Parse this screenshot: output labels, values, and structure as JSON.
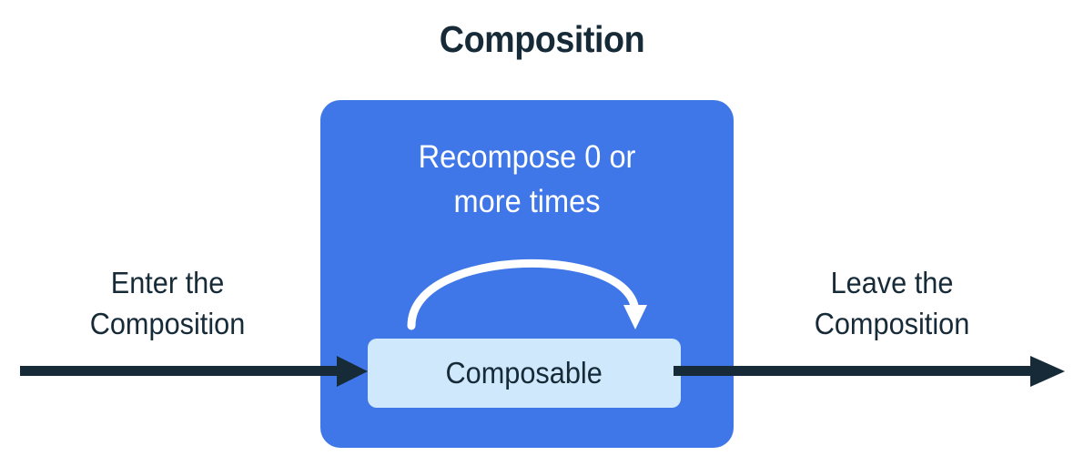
{
  "title": "Composition",
  "colors": {
    "background": "#ffffff",
    "ink": "#162a38",
    "composition_blue": "#4077e8",
    "composable_light_blue": "#cfe8fb",
    "recompose_arrow": "#ffffff"
  },
  "composition": {
    "recompose_caption": {
      "line1": "Recompose 0 or",
      "line2": "more times"
    },
    "composable_node_label": "Composable"
  },
  "flow": {
    "enter": {
      "line1": "Enter the",
      "line2": "Composition"
    },
    "leave": {
      "line1": "Leave the",
      "line2": "Composition"
    }
  },
  "chart_data": {
    "type": "diagram",
    "title": "Composition",
    "nodes": [
      {
        "id": "composition",
        "label": "Composition",
        "kind": "container",
        "color": "#4077e8"
      },
      {
        "id": "composable",
        "label": "Composable",
        "kind": "node",
        "color": "#cfe8fb"
      }
    ],
    "edges": [
      {
        "id": "enter",
        "label": "Enter the Composition",
        "from": "outside",
        "to": "composable",
        "direction": "right"
      },
      {
        "id": "recompose",
        "label": "Recompose 0 or more times",
        "from": "composable",
        "to": "composable",
        "direction": "loop"
      },
      {
        "id": "leave",
        "label": "Leave the Composition",
        "from": "composable",
        "to": "outside",
        "direction": "right"
      }
    ]
  }
}
